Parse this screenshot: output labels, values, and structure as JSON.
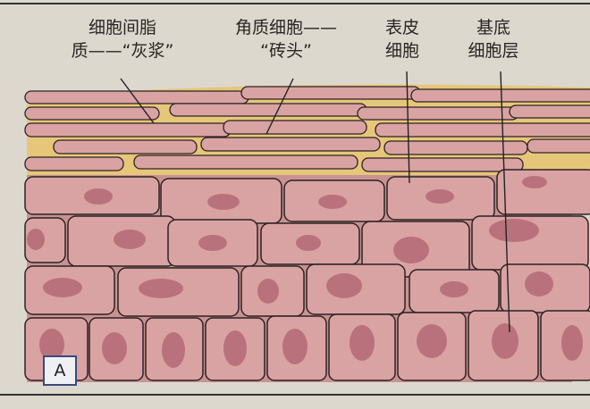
{
  "labels": {
    "lipid_line1": "细胞间脂",
    "lipid_line2": "质——“灰浆”",
    "corneocyte_line1": "角质细胞——",
    "corneocyte_line2": "“砖头”",
    "epidermal_line1": "表皮",
    "epidermal_line2": "细胞",
    "basal_line1": "基底",
    "basal_line2": "细胞层"
  },
  "panel_label": "A",
  "colors": {
    "cell": "#d9a3a3",
    "nucleus": "#b9727c",
    "lipid": "#e6c77a",
    "outline": "#2e2222",
    "background": "#dcd8ce"
  }
}
